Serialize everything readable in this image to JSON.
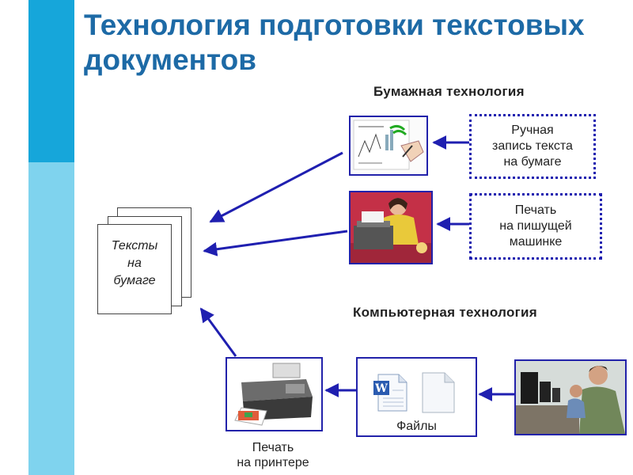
{
  "title": "Технология подготовки текстовых документов",
  "paper_heading": "Бумажная  технология",
  "computer_heading": "Компьютерная  технология",
  "paper_result": [
    "Тексты",
    "на",
    "бумаге"
  ],
  "handwriting_caption": [
    "Ручная",
    "запись текста",
    "на  бумаге"
  ],
  "typewriter_caption": [
    "Печать",
    "на  пишущей",
    "машинке"
  ],
  "files_caption": "Файлы",
  "printer_caption": [
    "Печать",
    "на  принтере"
  ],
  "colors": {
    "title": "#1d6aa6",
    "accent_strip": "#16a6da",
    "light_strip": "#7fd3ee",
    "arrow": "#1f1fb0"
  }
}
